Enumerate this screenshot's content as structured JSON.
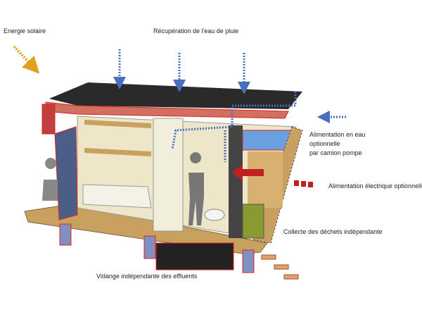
{
  "labels": {
    "solar": "Energie solaire",
    "rainwater": "Récupération de l'eau de pluie",
    "water_supply": [
      "Alimentation en eau",
      "optionnelle",
      "par camion pompe"
    ],
    "electric_supply": "Alimentation électrique optionnelle",
    "waste": "Collecte des déchets indépendante",
    "drainage": "Vidange indépendante des effluents"
  },
  "colors": {
    "water_arrow": "#4a6fc0",
    "solar_arrow": "#e0a020",
    "electric_arrow": "#c02020",
    "wood": "#c8a060",
    "roof": "#2a2a2a",
    "frame": "#e02020"
  }
}
